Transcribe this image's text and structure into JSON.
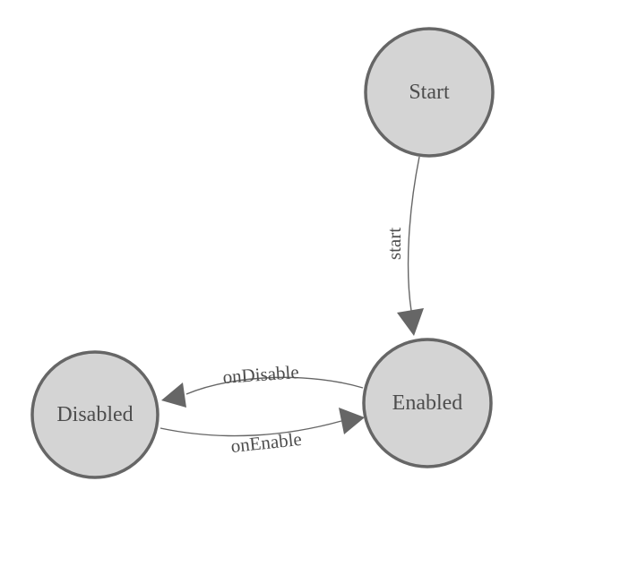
{
  "diagram": {
    "type": "state-machine",
    "colors": {
      "background": "#ffffff",
      "node_fill": "#d4d4d4",
      "node_stroke": "#666666",
      "edge_stroke": "#666666",
      "arrowhead_fill": "#666666",
      "label_color": "#4d4d4d"
    },
    "nodes": [
      {
        "id": "start",
        "label": "Start"
      },
      {
        "id": "enabled",
        "label": "Enabled"
      },
      {
        "id": "disabled",
        "label": "Disabled"
      }
    ],
    "edges": [
      {
        "from": "Start",
        "to": "Enabled",
        "label": "start"
      },
      {
        "from": "Enabled",
        "to": "Disabled",
        "label": "onDisable"
      },
      {
        "from": "Disabled",
        "to": "Enabled",
        "label": "onEnable"
      }
    ]
  }
}
